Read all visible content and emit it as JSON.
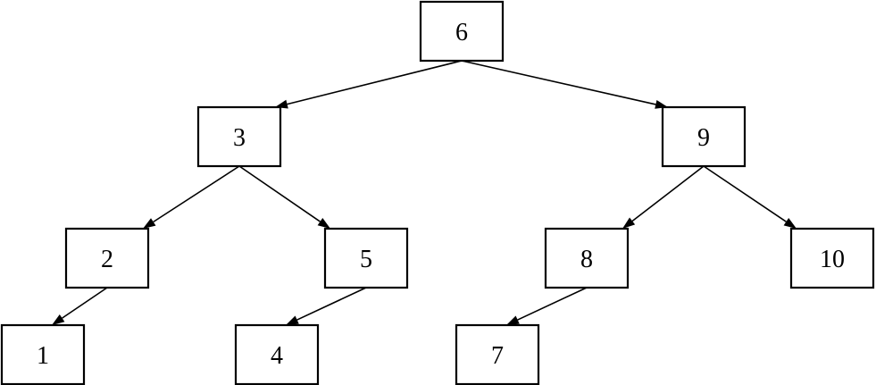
{
  "diagram": {
    "type": "binary-tree",
    "nodes": [
      {
        "id": "n6",
        "label": "6"
      },
      {
        "id": "n3",
        "label": "3"
      },
      {
        "id": "n9",
        "label": "9"
      },
      {
        "id": "n2",
        "label": "2"
      },
      {
        "id": "n5",
        "label": "5"
      },
      {
        "id": "n8",
        "label": "8"
      },
      {
        "id": "n10",
        "label": "10"
      },
      {
        "id": "n1",
        "label": "1"
      },
      {
        "id": "n4",
        "label": "4"
      },
      {
        "id": "n7",
        "label": "7"
      }
    ],
    "edges": [
      {
        "from": "n6",
        "to": "n3"
      },
      {
        "from": "n6",
        "to": "n9"
      },
      {
        "from": "n3",
        "to": "n2"
      },
      {
        "from": "n3",
        "to": "n5"
      },
      {
        "from": "n9",
        "to": "n8"
      },
      {
        "from": "n9",
        "to": "n10"
      },
      {
        "from": "n2",
        "to": "n1"
      },
      {
        "from": "n5",
        "to": "n4"
      },
      {
        "from": "n8",
        "to": "n7"
      }
    ]
  }
}
